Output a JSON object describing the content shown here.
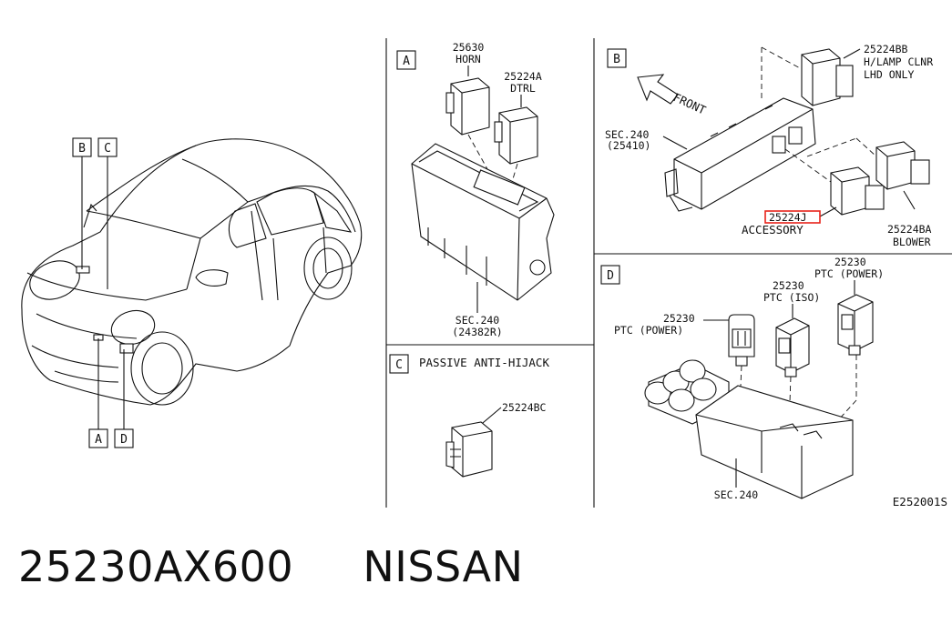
{
  "diagram_id": "E252001S",
  "footer": {
    "part_number": "25230AX600",
    "brand": "NISSAN"
  },
  "overview": {
    "callouts": [
      "B",
      "C",
      "A",
      "D"
    ]
  },
  "panel_a": {
    "letter": "A",
    "horn_code": "25630",
    "horn_label": "HORN",
    "dtrl_code": "25224A",
    "dtrl_label": "DTRL",
    "sec_ref": "SEC.240",
    "sec_sub": "(24382R)"
  },
  "panel_b": {
    "letter": "B",
    "front_label": "FRONT",
    "sec_ref": "SEC.240",
    "sec_sub": "(25410)",
    "bb_code": "25224BB",
    "bb_line1": "H/LAMP CLNR",
    "bb_line2": "LHD ONLY",
    "acc_code": "25224J",
    "acc_label": "ACCESSORY",
    "ba_code": "25224BA",
    "ba_label": "BLOWER",
    "highlight_color": "#e8231a"
  },
  "panel_c": {
    "letter": "C",
    "title": "PASSIVE ANTI-HIJACK",
    "code": "25224BC"
  },
  "panel_d": {
    "letter": "D",
    "left_code": "25230",
    "left_label": "PTC (POWER)",
    "mid_code": "25230",
    "mid_label": "PTC (ISO)",
    "right_code": "25230",
    "right_label": "PTC (POWER)",
    "sec_ref": "SEC.240"
  }
}
